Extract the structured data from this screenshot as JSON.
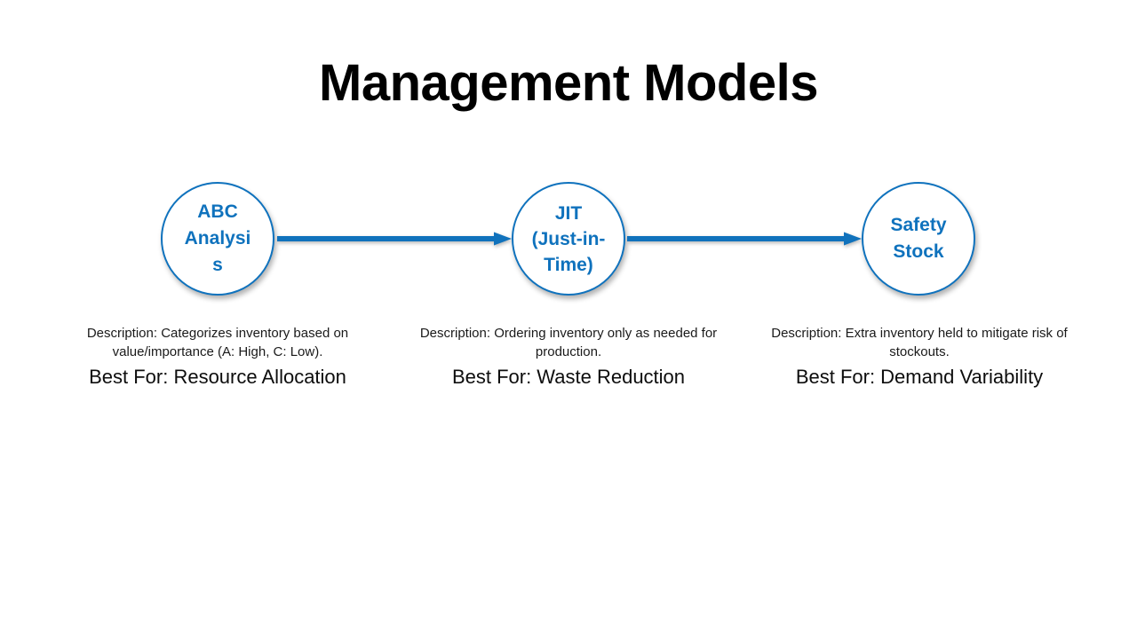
{
  "slide": {
    "title": "Management Models",
    "background_color": "#ffffff",
    "accent_color": "#0f72bd",
    "text_color": "#000000"
  },
  "flow": {
    "nodes": [
      {
        "id": "abc-analysis",
        "label": "ABC Analysis",
        "label_lines": [
          "ABC",
          "Analy",
          "sis"
        ],
        "shape": "circle",
        "border_color": "#0f72bd",
        "text_color": "#0f72bd",
        "fill_color": "#ffffff"
      },
      {
        "id": "jit",
        "label": "JIT (Just-in-Time)",
        "label_lines": [
          "JIT",
          "(Just-",
          "in-",
          "Time)"
        ],
        "shape": "circle",
        "border_color": "#0f72bd",
        "text_color": "#0f72bd",
        "fill_color": "#ffffff"
      },
      {
        "id": "safety-stock",
        "label": "Safety Stock",
        "label_lines": [
          "Safet",
          "y",
          "Stock"
        ],
        "shape": "circle",
        "border_color": "#0f72bd",
        "text_color": "#0f72bd",
        "fill_color": "#ffffff"
      }
    ],
    "connectors": [
      {
        "id": "connector-1",
        "from": "abc-analysis",
        "to": "jit",
        "type": "arrow-right",
        "color": "#0f72bd"
      },
      {
        "id": "connector-2",
        "from": "jit",
        "to": "safety-stock",
        "type": "arrow-right",
        "color": "#0f72bd"
      }
    ]
  },
  "descriptions": [
    {
      "id": "abc-analysis",
      "description": "Description: Categorizes inventory based on value/importance (A: High, C: Low).",
      "best_for": "Best For: Resource Allocation"
    },
    {
      "id": "jit",
      "description": "Description: Ordering inventory only as needed for production.",
      "best_for": "Best For: Waste Reduction"
    },
    {
      "id": "safety-stock",
      "description": "Description: Extra inventory held to mitigate risk of stockouts.",
      "best_for": "Best For: Demand Variability"
    }
  ]
}
